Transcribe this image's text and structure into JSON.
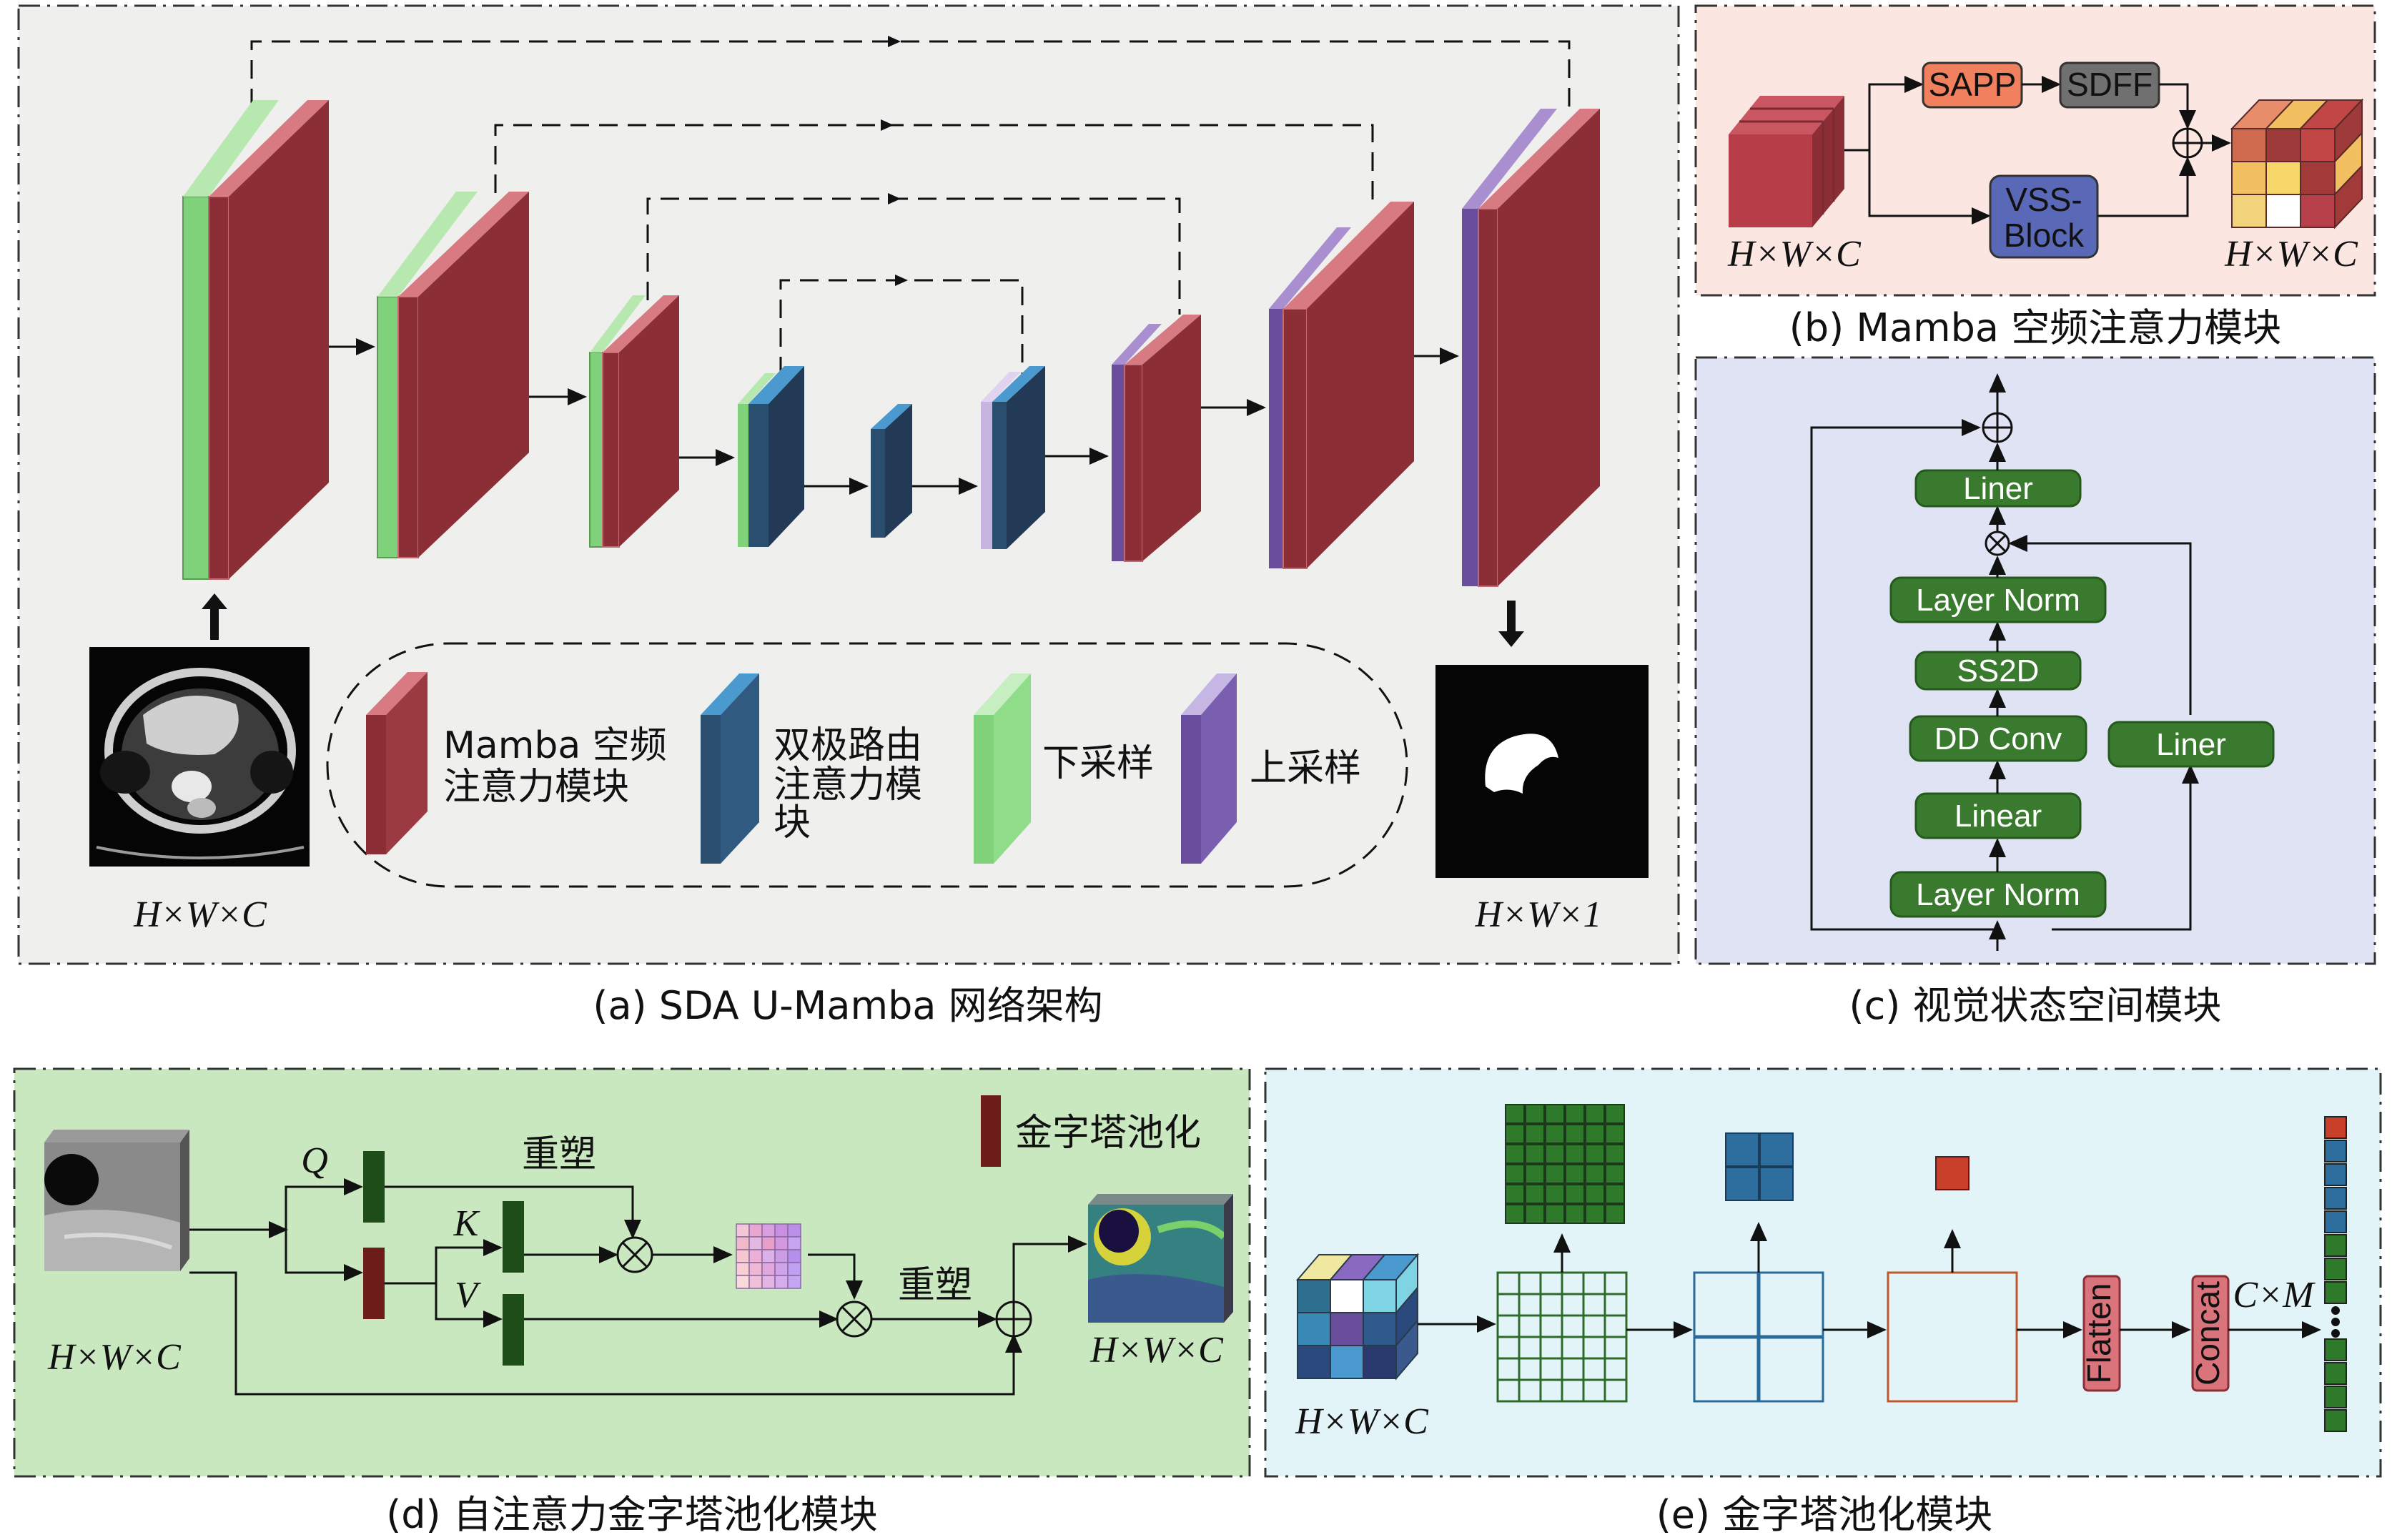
{
  "panels": {
    "a": {
      "caption": "(a) SDA U-Mamba 网络架构",
      "input_dim": "H×W×C",
      "output_dim": "H×W×1",
      "legend": [
        {
          "label_lines": [
            "Mamba 空频",
            "注意力模块"
          ],
          "color": "#8b2e36"
        },
        {
          "label_lines": [
            "双极路由",
            "注意力模",
            "块"
          ],
          "color": "#2a4e6e"
        },
        {
          "label_lines": [
            "下采样"
          ],
          "color": "#7fd17a"
        },
        {
          "label_lines": [
            "上采样"
          ],
          "color": "#6a4e9e"
        }
      ]
    },
    "b": {
      "caption": "(b) Mamba 空频注意力模块",
      "sapp": "SAPP",
      "sdff": "SDFF",
      "vss_line1": "VSS-",
      "vss_line2": "Block",
      "in_dim": "H×W×C",
      "out_dim": "H×W×C"
    },
    "c": {
      "caption": "(c) 视觉状态空间模块",
      "blocks": [
        "Liner",
        "Layer Norm",
        "SS2D",
        "DD Conv",
        "Linear",
        "Layer Norm",
        "Liner"
      ]
    },
    "d": {
      "caption": "(d) 自注意力金字塔池化模块",
      "legend_label": "金字塔池化",
      "q": "Q",
      "k": "K",
      "v": "V",
      "reshape1": "重塑",
      "reshape2": "重塑",
      "in_dim": "H×W×C",
      "out_dim": "H×W×C"
    },
    "e": {
      "caption": "(e) 金字塔池化模块",
      "in_dim": "H×W×C",
      "flatten": "Flatten",
      "concat": "Concat",
      "out_dim": "C×M"
    }
  },
  "colors": {
    "mamba": "#8b2e36",
    "bra": "#2a4e6e",
    "down": "#7fd17a",
    "up": "#6a4e9e",
    "green_block": "#3a7a2e",
    "sapp": "#f0805e",
    "sdff": "#707070",
    "vss": "#5a68b8"
  }
}
